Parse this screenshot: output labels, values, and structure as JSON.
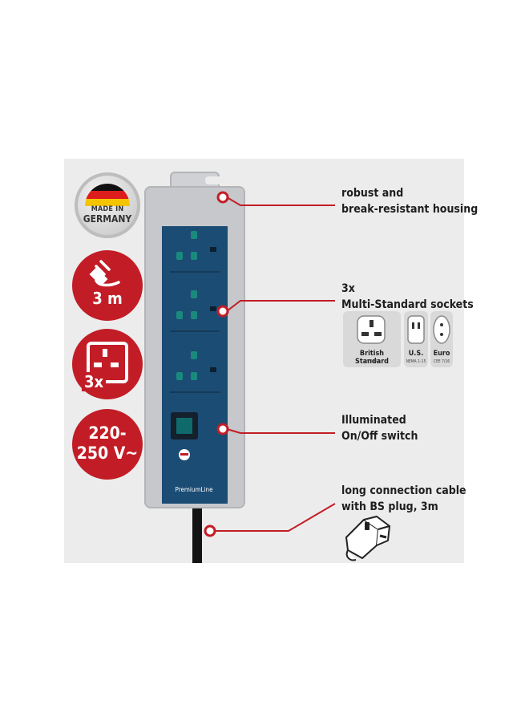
{
  "badges": {
    "made_in_line1": "MADE IN",
    "made_in_line2": "GERMANY",
    "cable_length": "3 m",
    "socket_count": "3x",
    "voltage_line1": "220-",
    "voltage_line2": "250 V~",
    "flag_colors": [
      "#111111",
      "#dd1c1c",
      "#f5c400"
    ]
  },
  "product": {
    "brand_line": "PremiumLine",
    "plate_color": "#1b4c74",
    "housing_color": "#c6c8cb"
  },
  "features": [
    {
      "line1": "robust and",
      "line2": "break-resistant housing"
    },
    {
      "line1": "3x",
      "line2": "Multi-Standard sockets"
    },
    {
      "line1": "Illuminated",
      "line2": "On/Off switch"
    },
    {
      "line1": "long connection cable",
      "line2": "with BS plug, 3m"
    }
  ],
  "standards": [
    {
      "name": "British Standard",
      "code": "BS 1363",
      "icon": "uk-socket-icon"
    },
    {
      "name": "U.S.",
      "code": "NEMA 1-15",
      "icon": "us-socket-icon"
    },
    {
      "name": "Euro",
      "code": "CEE 7/16",
      "icon": "euro-socket-icon"
    }
  ],
  "accent_color": "#c21d26"
}
